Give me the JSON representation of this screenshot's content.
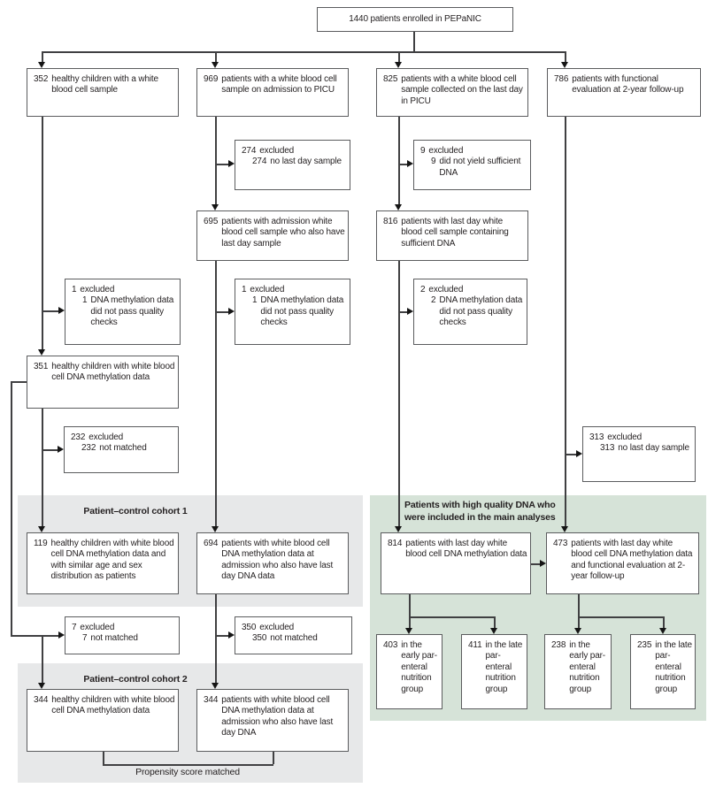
{
  "title_box": {
    "text": "1440 patients enrolled in PEPaNIC"
  },
  "regions": {
    "cohort1": {
      "label": "Patient–control cohort 1"
    },
    "cohort2": {
      "label": "Patient–control cohort 2"
    },
    "main_analyses": {
      "label": "Patients with high quality DNA who were included in the main analyses"
    }
  },
  "colors": {
    "gray_region": "#e7e8e9",
    "green_region": "#d6e3d8",
    "box_border": "#5b5c5e",
    "line": "#404042",
    "text": "#231f20"
  },
  "boxes": {
    "b352": {
      "num": "352",
      "text": "healthy children with a white blood cell sample"
    },
    "b969": {
      "num": "969",
      "text": "patients with a white blood cell sample on admission to PICU"
    },
    "b825": {
      "num": "825",
      "text": "patients with a white blood cell sample collected on the last day in PICU"
    },
    "b786": {
      "num": "786",
      "text": "patients with functional evaluation at 2-year follow-up"
    },
    "b695": {
      "num": "695",
      "text": "patients with admission white blood cell sample who also have last day sample"
    },
    "b816": {
      "num": "816",
      "text": "patients with last day white blood cell sample containing sufficient DNA"
    },
    "b351": {
      "num": "351",
      "text": "healthy children with white blood cell DNA methylation data"
    },
    "b119": {
      "num": "119",
      "text": "healthy children with white blood cell DNA methylation data and with similar age and sex distribution as patients"
    },
    "b694": {
      "num": "694",
      "text": "patients with white blood cell DNA methylation data at admission who also have last day DNA data"
    },
    "b814": {
      "num": "814",
      "text": "patients with last day white blood cell DNA methylation data"
    },
    "b473": {
      "num": "473",
      "text": "patients with last day white blood cell DNA methylation data and functional evaluation at 2-year follow-up"
    },
    "b344h": {
      "num": "344",
      "text": "healthy children with white blood cell DNA methylation data"
    },
    "b344p": {
      "num": "344",
      "text": "patients with white blood cell DNA methylation data at admission who also have last day DNA"
    },
    "b403": {
      "num": "403",
      "text": "in the early par-enteral nutrition group"
    },
    "b411": {
      "num": "411",
      "text": "in the late par-enteral nutrition group"
    },
    "b238": {
      "num": "238",
      "text": "in the early par-enteral nutrition group"
    },
    "b235": {
      "num": "235",
      "text": "in the late par-enteral nutrition group"
    }
  },
  "excluded": {
    "e274": {
      "num": "274",
      "label": "excluded",
      "reason": "no last day sample"
    },
    "e9": {
      "num": "9",
      "label": "excluded",
      "reason": "did not yield sufficient DNA"
    },
    "e1a": {
      "num": "1",
      "label": "excluded",
      "reason": "DNA methylation data did not pass quality checks"
    },
    "e1b": {
      "num": "1",
      "label": "excluded",
      "reason": "DNA methylation data did not pass quality checks"
    },
    "e2": {
      "num": "2",
      "label": "excluded",
      "reason": "DNA methylation data did not pass quality checks"
    },
    "e232": {
      "num": "232",
      "label": "excluded",
      "reason": "not matched"
    },
    "e313": {
      "num": "313",
      "label": "excluded",
      "reason": "no last day sample"
    },
    "e7": {
      "num": "7",
      "label": "excluded",
      "reason": "not matched"
    },
    "e350": {
      "num": "350",
      "label": "excluded",
      "reason": "not matched"
    }
  },
  "footer": {
    "propensity": "Propensity score matched"
  }
}
